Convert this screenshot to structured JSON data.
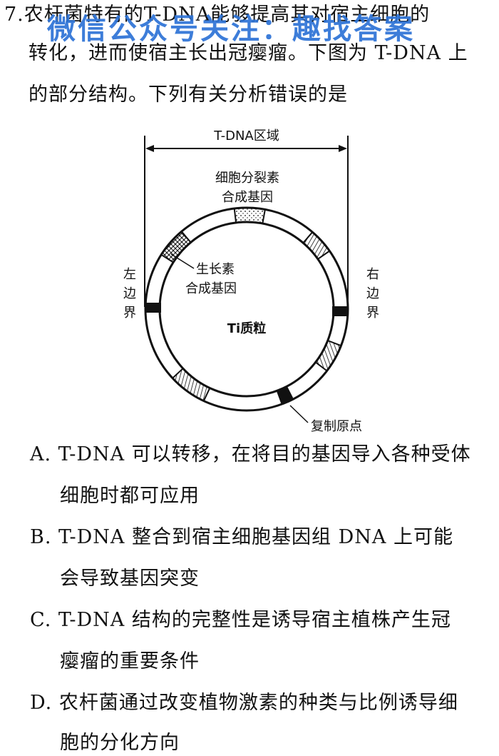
{
  "question": {
    "number": "7.",
    "stem_line1": "农杆菌特有的T-DNA能够提高其对宿主细胞的",
    "stem_line2": "转化，进而使宿主长出冠瘿瘤。下图为 T-DNA 上",
    "stem_line3": "的部分结构。下列有关分析错误的是"
  },
  "watermark": "微信公众号关注：趣找答案",
  "diagram": {
    "region_label": "T-DNA区域",
    "cytokinin_line1": "细胞分裂素",
    "cytokinin_line2": "合成基因",
    "auxin_line1": "生长素",
    "auxin_line2": "合成基因",
    "left_border": [
      "左",
      "边",
      "界"
    ],
    "right_border": [
      "右",
      "边",
      "界"
    ],
    "plasmid_label": "Ti质粒",
    "origin_label": "复制原点"
  },
  "options": {
    "A_line1": "A. T-DNA 可以转移，在将目的基因导入各种受体",
    "A_line2": "细胞时都可应用",
    "B_line1": "B. T-DNA 整合到宿主细胞基因组 DNA 上可能",
    "B_line2": "会导致基因突变",
    "C_line1": "C. T-DNA 结构的完整性是诱导宿主植株产生冠",
    "C_line2": "瘿瘤的重要条件",
    "D_line1": "D. 农杆菌通过改变植物激素的种类与比例诱导细",
    "D_line2": "胞的分化方向"
  },
  "colors": {
    "watermark": "#2d73d6",
    "ink": "#111111"
  }
}
